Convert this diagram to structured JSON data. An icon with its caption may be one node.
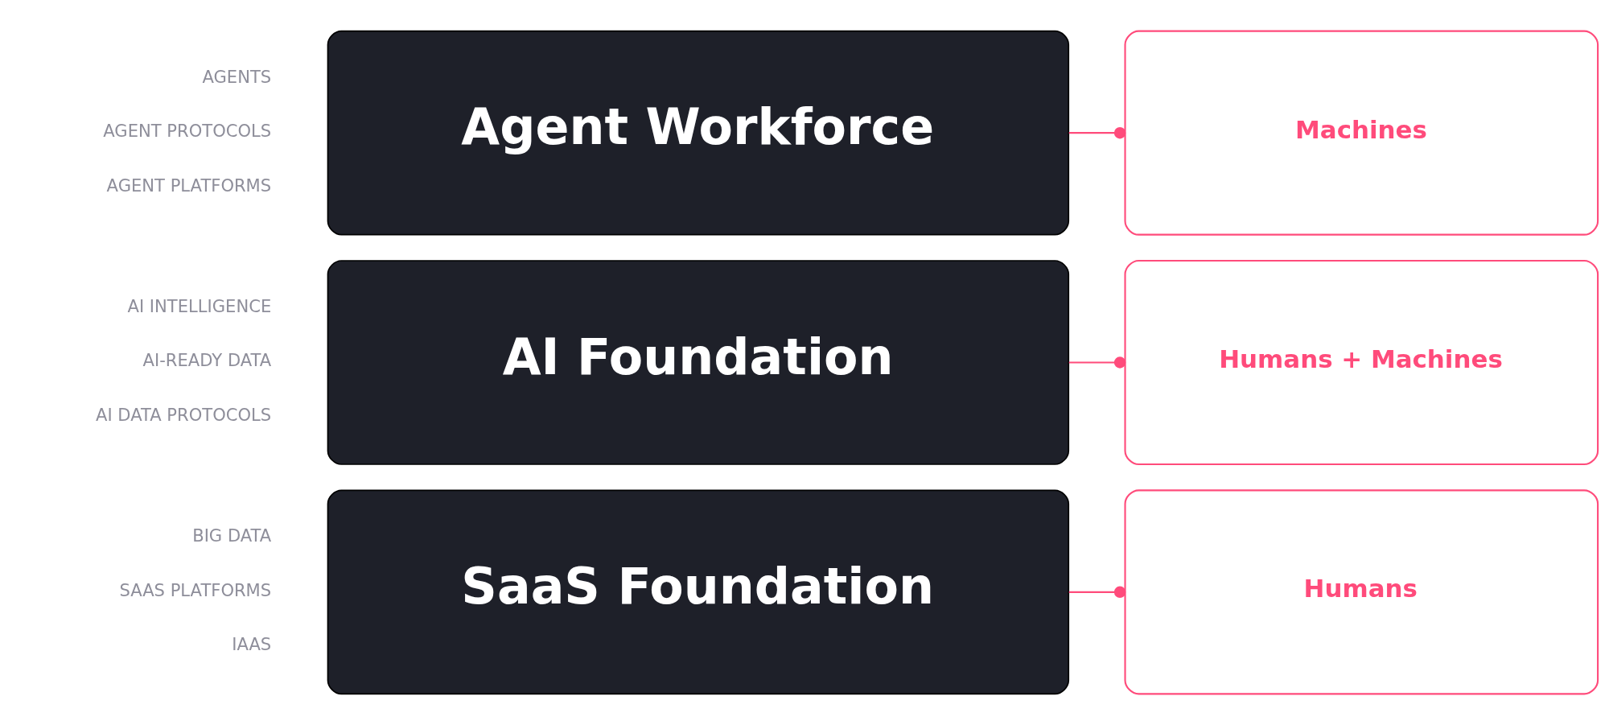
{
  "diagram": {
    "nodes": [
      {
        "text": [
          "Agent Workforce"
        ]
      },
      {
        "text": [
          "Machines"
        ]
      },
      {
        "text": [
          "AI Foundation"
        ]
      },
      {
        "text": [
          "Humans + Machines"
        ]
      },
      {
        "text": [
          "SaaS Foundation"
        ]
      },
      {
        "text": [
          "Humans"
        ]
      }
    ],
    "edges": [
      {
        "from": 0,
        "to": 1,
        "arrow": "other"
      },
      {
        "from": 2,
        "to": 3,
        "arrow": "other"
      },
      {
        "from": 4,
        "to": 5,
        "arrow": "other"
      }
    ],
    "labels": [
      "AGENTS",
      "AGENT PROTOCOLS",
      "AGENT PLATFORMS",
      "AI INTELLIGENCE",
      "AI-READY DATA",
      "AI DATA PROTOCOLS",
      "BIG DATA",
      "SAAS PLATFORMS",
      "IAAS"
    ]
  }
}
